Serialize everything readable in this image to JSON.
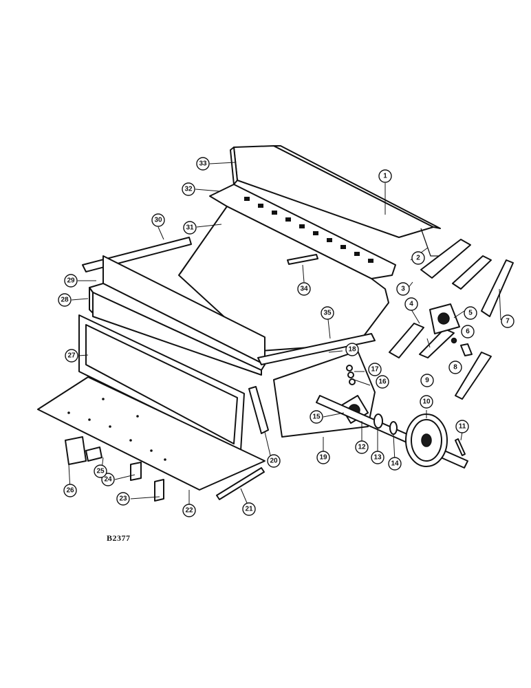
{
  "drawing": {
    "code": "B2377",
    "callouts": [
      {
        "id": "1",
        "text": "1"
      },
      {
        "id": "2",
        "text": "2"
      },
      {
        "id": "3",
        "text": "3"
      },
      {
        "id": "4",
        "text": "4"
      },
      {
        "id": "5",
        "text": "5"
      },
      {
        "id": "6",
        "text": "6"
      },
      {
        "id": "7",
        "text": "7"
      },
      {
        "id": "8",
        "text": "8"
      },
      {
        "id": "9",
        "text": "9"
      },
      {
        "id": "10",
        "text": "10"
      },
      {
        "id": "11",
        "text": "11"
      },
      {
        "id": "12",
        "text": "12"
      },
      {
        "id": "13",
        "text": "13"
      },
      {
        "id": "14",
        "text": "14"
      },
      {
        "id": "15",
        "text": "15"
      },
      {
        "id": "16",
        "text": "16"
      },
      {
        "id": "17",
        "text": "17"
      },
      {
        "id": "18",
        "text": "18"
      },
      {
        "id": "19",
        "text": "19"
      },
      {
        "id": "20",
        "text": "20"
      },
      {
        "id": "21",
        "text": "21"
      },
      {
        "id": "22",
        "text": "22"
      },
      {
        "id": "23",
        "text": "23"
      },
      {
        "id": "24",
        "text": "24"
      },
      {
        "id": "25",
        "text": "25"
      },
      {
        "id": "26",
        "text": "26"
      },
      {
        "id": "27",
        "text": "27"
      },
      {
        "id": "28",
        "text": "28"
      },
      {
        "id": "29",
        "text": "29"
      },
      {
        "id": "30",
        "text": "30"
      },
      {
        "id": "31",
        "text": "31"
      },
      {
        "id": "32",
        "text": "32"
      },
      {
        "id": "33",
        "text": "33"
      },
      {
        "id": "34",
        "text": "34"
      },
      {
        "id": "35",
        "text": "35"
      }
    ]
  }
}
